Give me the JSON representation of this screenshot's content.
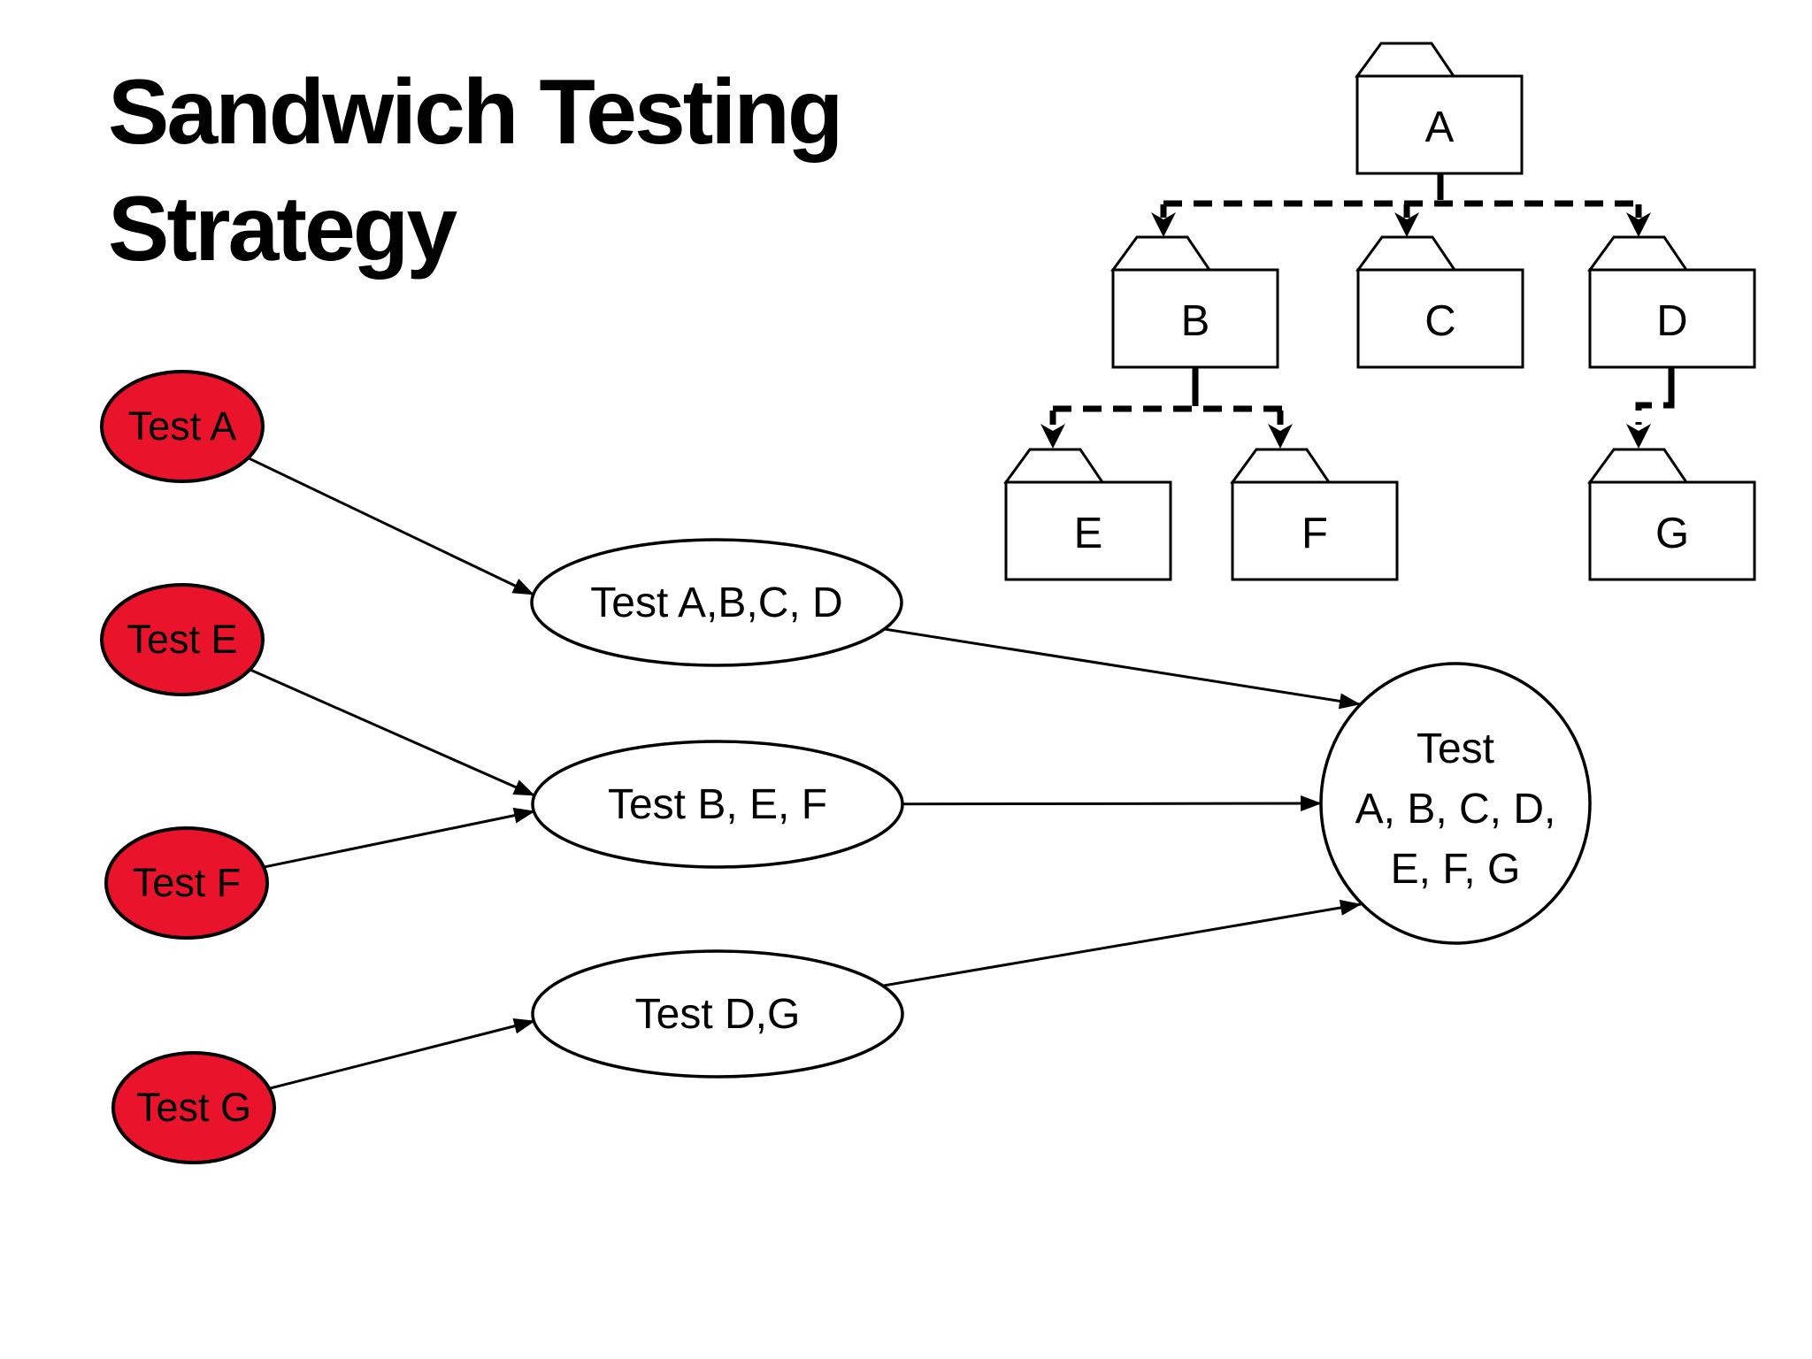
{
  "slide": {
    "title_line1": "Sandwich Testing",
    "title_line2": "Strategy"
  },
  "colors": {
    "background": "#FFFFFF",
    "ink": "#000000",
    "unit_test_fill": "#E9132C",
    "unit_test_text": "#FFFFFF",
    "node_fill": "#FFFFFF"
  },
  "module_tree": {
    "folders": [
      {
        "label": "A"
      },
      {
        "label": "B"
      },
      {
        "label": "C"
      },
      {
        "label": "D"
      },
      {
        "label": "E"
      },
      {
        "label": "F"
      },
      {
        "label": "G"
      }
    ]
  },
  "unit_test_nodes": [
    {
      "label": "Test A"
    },
    {
      "label": "Test E"
    },
    {
      "label": "Test F"
    },
    {
      "label": "Test G"
    }
  ],
  "integration_test_nodes": [
    {
      "label": "Test A,B,C, D"
    },
    {
      "label": "Test B, E, F"
    },
    {
      "label": "Test D,G"
    }
  ],
  "system_test_node": {
    "line1": "Test",
    "line2": "A, B, C, D,",
    "line3": "E, F, G"
  }
}
